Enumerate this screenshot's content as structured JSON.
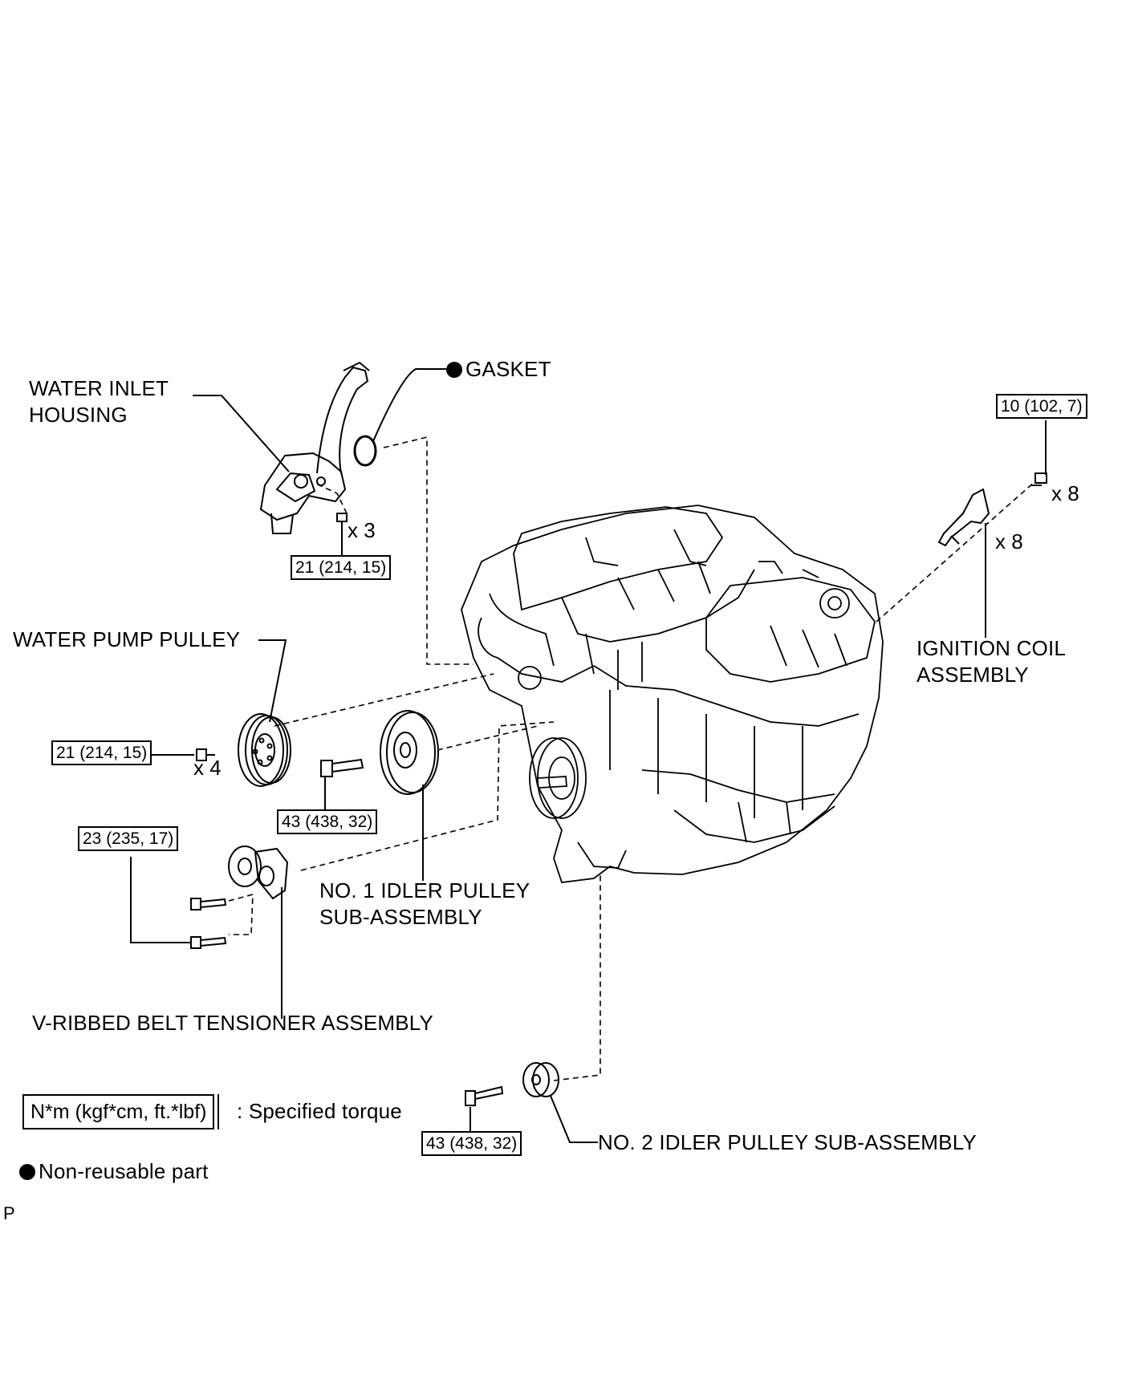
{
  "labels": {
    "water_inlet_housing": [
      "WATER INLET",
      "HOUSING"
    ],
    "gasket": "GASKET",
    "ignition_coil": [
      "IGNITION COIL",
      "ASSEMBLY"
    ],
    "water_pump_pulley": "WATER PUMP PULLEY",
    "idler_pulley_1": [
      "NO. 1 IDLER PULLEY",
      "SUB-ASSEMBLY"
    ],
    "belt_tensioner": "V-RIBBED BELT TENSIONER ASSEMBLY",
    "idler_pulley_2": "NO. 2 IDLER PULLEY SUB-ASSEMBLY"
  },
  "torques": {
    "water_inlet": "21 (214, 15)",
    "ignition_coil": "10 (102, 7)",
    "water_pump_pulley": "21 (214, 15)",
    "idler_pulley_1": "43 (438, 32)",
    "belt_tensioner": "23 (235, 17)",
    "idler_pulley_2": "43 (438, 32)"
  },
  "quantities": {
    "water_inlet_bolts": "x 3",
    "ignition_coil_bolts": "x 8",
    "ignition_coils": "x 8",
    "water_pump_bolts": "x 4"
  },
  "legend": {
    "torque_unit": "N*m (kgf*cm, ft.*lbf)",
    "torque_desc": ": Specified torque",
    "non_reusable": "Non-reusable part"
  },
  "footer_code": "P"
}
